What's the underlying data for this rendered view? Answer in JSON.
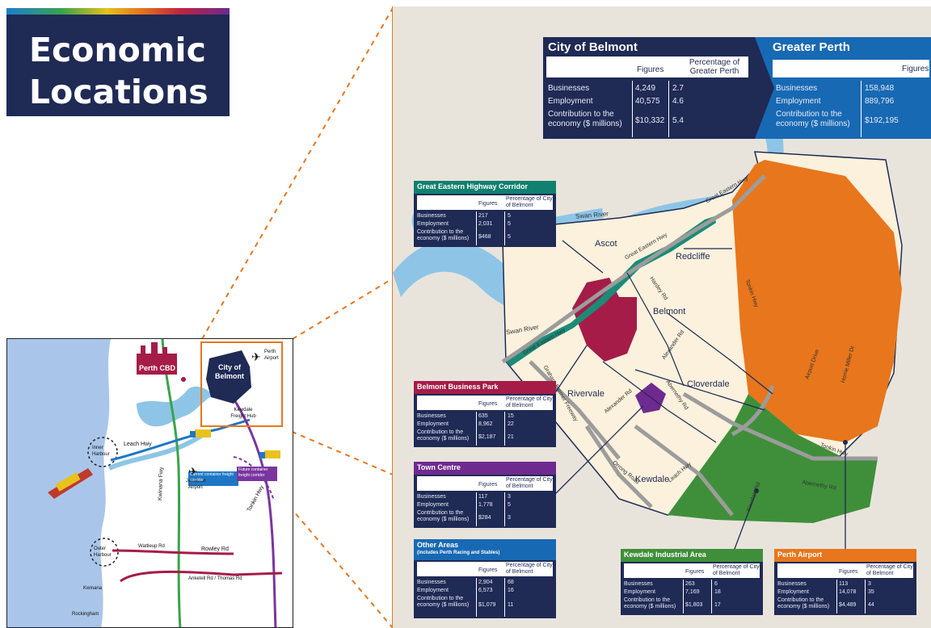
{
  "title": "Economic Locations",
  "colors": {
    "navy": "#1f2a55",
    "blue": "#1869b3",
    "teal": "#10806f",
    "crimson": "#a51c48",
    "purple": "#6f2a8f",
    "orange": "#e8761c",
    "green": "#3f8f3a",
    "water": "#8ec5e6"
  },
  "belmont_summary": {
    "title": "City of Belmont",
    "col_figures": "Figures",
    "col_pct": "Percentage of Greater Perth",
    "rows": [
      {
        "label": "Businesses",
        "figure": "4,249",
        "pct": "2.7"
      },
      {
        "label": "Employment",
        "figure": "40,575",
        "pct": "4.6"
      },
      {
        "label": "Contribution to the economy ($ millions)",
        "figure": "$10,332",
        "pct": "5.4"
      }
    ]
  },
  "perth_summary": {
    "title": "Greater Perth",
    "col_figures": "Figures",
    "rows": [
      {
        "label": "Businesses",
        "figure": "158,948"
      },
      {
        "label": "Employment",
        "figure": "889,796"
      },
      {
        "label": "Contribution to the economy ($ millions)",
        "figure": "$192,195"
      }
    ]
  },
  "areas": {
    "col_figures": "Figures",
    "col_pct": "Percentage of City of Belmont",
    "row_labels": [
      "Businesses",
      "Employment",
      "Contribution to the economy ($ millions)"
    ],
    "great_eastern": {
      "title": "Great Eastern Highway Corridor",
      "figures": [
        "217",
        "2,031",
        "$468"
      ],
      "pct": [
        "5",
        "5",
        "5"
      ]
    },
    "business_park": {
      "title": "Belmont Business Park",
      "figures": [
        "635",
        "8,962",
        "$2,187"
      ],
      "pct": [
        "15",
        "22",
        "21"
      ]
    },
    "town_centre": {
      "title": "Town Centre",
      "figures": [
        "117",
        "1,778",
        "$284"
      ],
      "pct": [
        "3",
        "5",
        "3"
      ]
    },
    "other_areas": {
      "title": "Other Areas",
      "subtitle": "(includes Perth Racing and Stables)",
      "figures": [
        "2,904",
        "6,573",
        "$1,079"
      ],
      "pct": [
        "68",
        "16",
        "11"
      ]
    },
    "kewdale": {
      "title": "Kewdale Industrial Area",
      "figures": [
        "263",
        "7,169",
        "$1,803"
      ],
      "pct": [
        "6",
        "18",
        "17"
      ]
    },
    "airport": {
      "title": "Perth Airport",
      "figures": [
        "113",
        "14,078",
        "$4,489"
      ],
      "pct": [
        "3",
        "35",
        "44"
      ]
    }
  },
  "map_labels": {
    "swan_river_1": "Swan River",
    "swan_river_2": "Swan River",
    "ascot": "Ascot",
    "redcliffe": "Redcliffe",
    "belmont": "Belmont",
    "rivervale": "Rivervale",
    "cloverdale": "Cloverdale",
    "kewdale": "Kewdale",
    "great_eastern_hwy_1": "Great Eastern Hwy",
    "great_eastern_hwy_2": "Great Eastern Hwy",
    "great_eastern_hwy_3": "Great Eastern Hwy",
    "hardey_rd": "Hardey Rd",
    "alexander_rd_1": "Alexander Rd",
    "alexander_rd_2": "Alexander Rd",
    "abernethy_rd_1": "Abernethy Rd",
    "abernethy_rd_2": "Abernethy Rd",
    "tonkin_hwy_1": "Tonkin Hwy",
    "tonkin_hwy_2": "Tonkin Hwy",
    "airport_drive": "Airport Drive",
    "horrie_miller_dr": "Horrie Miller Dr",
    "orrong_road": "Orrong Road",
    "leach_hwy": "Leach Hwy",
    "kewdale_rd": "Kewdale Rd",
    "graham_farmer_fwy": "Graham Farmer Freeway"
  },
  "inset_labels": {
    "perth_cbd": "Perth CBD",
    "city_of_belmont": "City of Belmont",
    "perth_airport": "Perth Airport",
    "kewdale_freight_hub": "Kewdale Freight Hub",
    "inner_harbour": "Inner Harbour",
    "outer_harbour": "Outer Harbour",
    "leach_hwy": "Leach Hwy",
    "kwinana_fwy": "Kwinana Fwy",
    "tonkin_hwy": "Tonkin Hwy",
    "jandakot_airport": "Jandakot Airport",
    "current_corridor": "Current container freight corridor",
    "future_corridor": "Future container freight corridor",
    "wattleup_rd": "Wattleup Rd",
    "rowley_rd": "Rowley Rd",
    "anketell_rd": "Anketell Rd / Thomas Rd",
    "kwinana": "Kwinana",
    "rockingham": "Rockingham"
  },
  "icons": {
    "plane": "plane-icon",
    "truck": "truck-icon",
    "ship": "cargo-ship-icon",
    "city": "city-skyline-icon"
  }
}
